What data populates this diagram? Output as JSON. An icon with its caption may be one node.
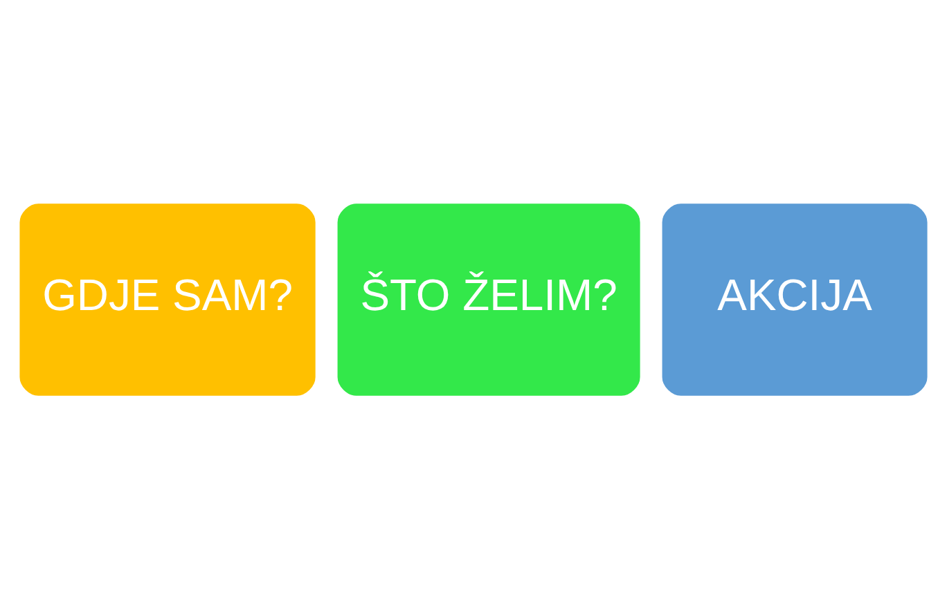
{
  "diagram": {
    "nodes": [
      {
        "text": [
          "GDJE SAM?"
        ]
      },
      {
        "text": [
          "ŠTO ŽELIM?"
        ]
      },
      {
        "text": [
          "AKCIJA"
        ]
      }
    ]
  }
}
